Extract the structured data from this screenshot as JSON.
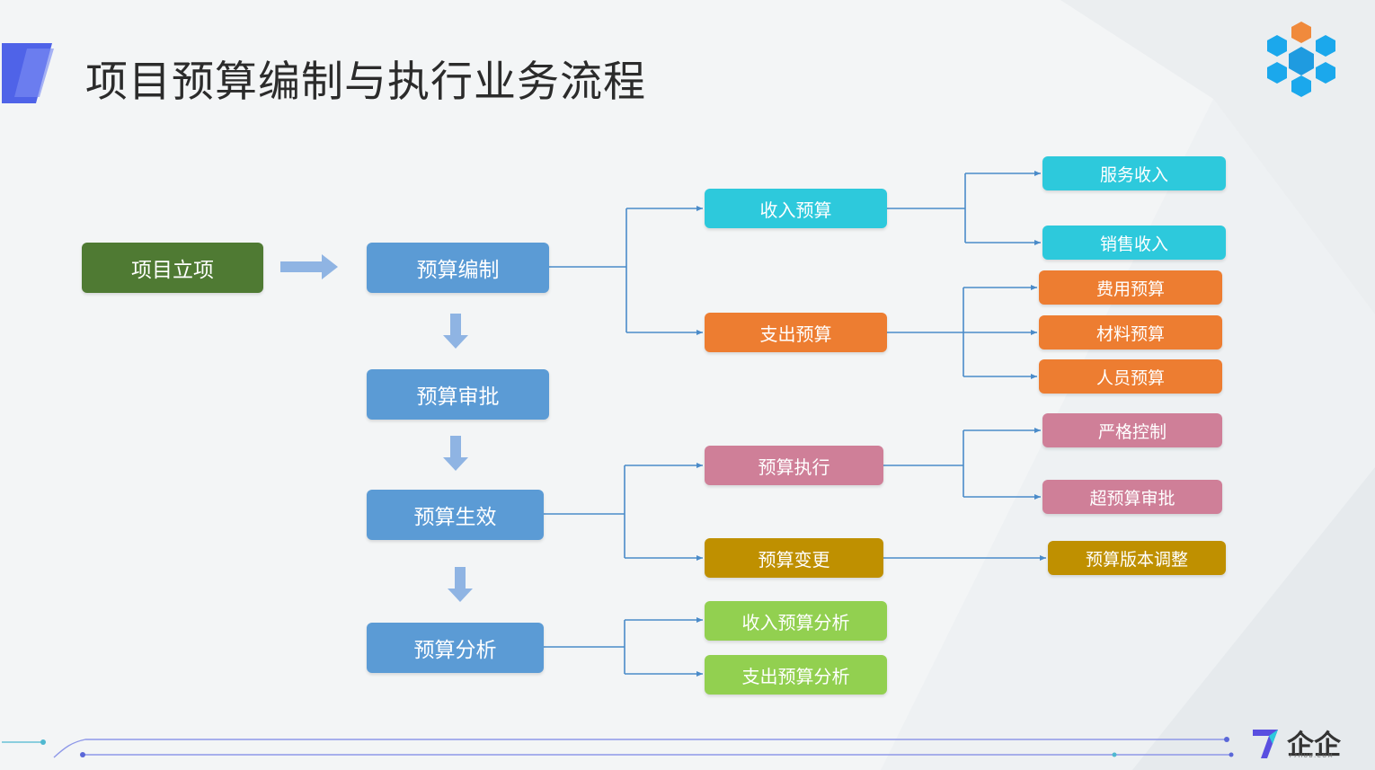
{
  "title": "项目预算编制与执行业务流程",
  "brand": {
    "name": "企企",
    "sub": "77HUB.COM"
  },
  "colors": {
    "green": "#4f7a33",
    "blue": "#5b9bd5",
    "cyan": "#2dc9dc",
    "orange": "#ed7d31",
    "pink": "#cf7f98",
    "gold": "#bf9000",
    "lime": "#92d050",
    "connector": "#4a8bc9",
    "arrow": "#8fb4e3"
  },
  "nodes": {
    "project_setup": "项目立项",
    "budget_compile": "预算编制",
    "budget_approval": "预算审批",
    "budget_effective": "预算生效",
    "budget_analysis": "预算分析",
    "income_budget": "收入预算",
    "expense_budget": "支出预算",
    "budget_execution": "预算执行",
    "budget_change": "预算变更",
    "income_analysis": "收入预算分析",
    "expense_analysis": "支出预算分析",
    "service_income": "服务收入",
    "sales_income": "销售收入",
    "cost_budget": "费用预算",
    "material_budget": "材料预算",
    "staff_budget": "人员预算",
    "strict_control": "严格控制",
    "over_budget_approval": "超预算审批",
    "version_adjust": "预算版本调整"
  },
  "logo_cells": [
    {
      "name": "center",
      "color": "#1f9be0"
    },
    {
      "name": "top",
      "color": "#f08a3c"
    },
    {
      "name": "upper-right",
      "color": "#1ba8ec"
    },
    {
      "name": "lower-right",
      "color": "#1ba8ec"
    },
    {
      "name": "bottom",
      "color": "#1ba8ec"
    },
    {
      "name": "lower-left",
      "color": "#1ba8ec"
    },
    {
      "name": "upper-left",
      "color": "#1ba8ec"
    }
  ]
}
